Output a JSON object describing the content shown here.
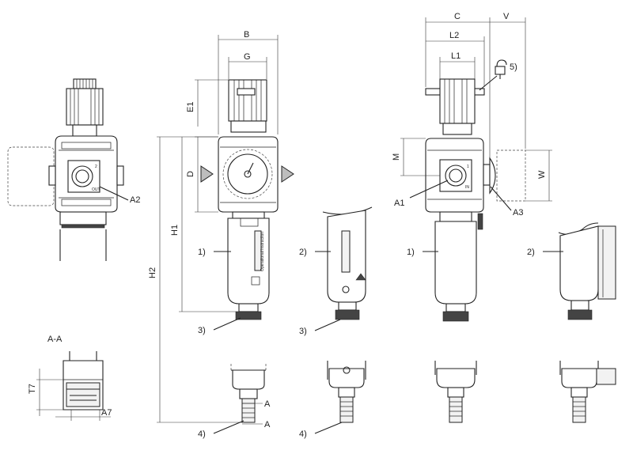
{
  "labels": {
    "a2": "A2",
    "a1": "A1",
    "a3": "A3",
    "aa": "A-A",
    "t7": "T7",
    "a7": "A7",
    "b": "B",
    "g": "G",
    "e1": "E1",
    "d": "D",
    "h1": "H1",
    "h2": "H2",
    "c": "C",
    "v": "V",
    "l2": "L2",
    "l1": "L1",
    "m": "M",
    "w": "W",
    "a_top": "A",
    "a_bottom": "A",
    "callout_1_mid": "1)",
    "callout_2_mid": "2)",
    "callout_3_mid": "3)",
    "callout_4_mid": "4)",
    "callout_3_center": "3)",
    "callout_4_center": "4)",
    "callout_1_right": "1)",
    "callout_2_right": "2)",
    "callout_5": "5)"
  },
  "port_marks": {
    "out": "OUT",
    "in": "IN",
    "one": "1",
    "two": "2"
  },
  "bowl_text": "Operational instruction"
}
